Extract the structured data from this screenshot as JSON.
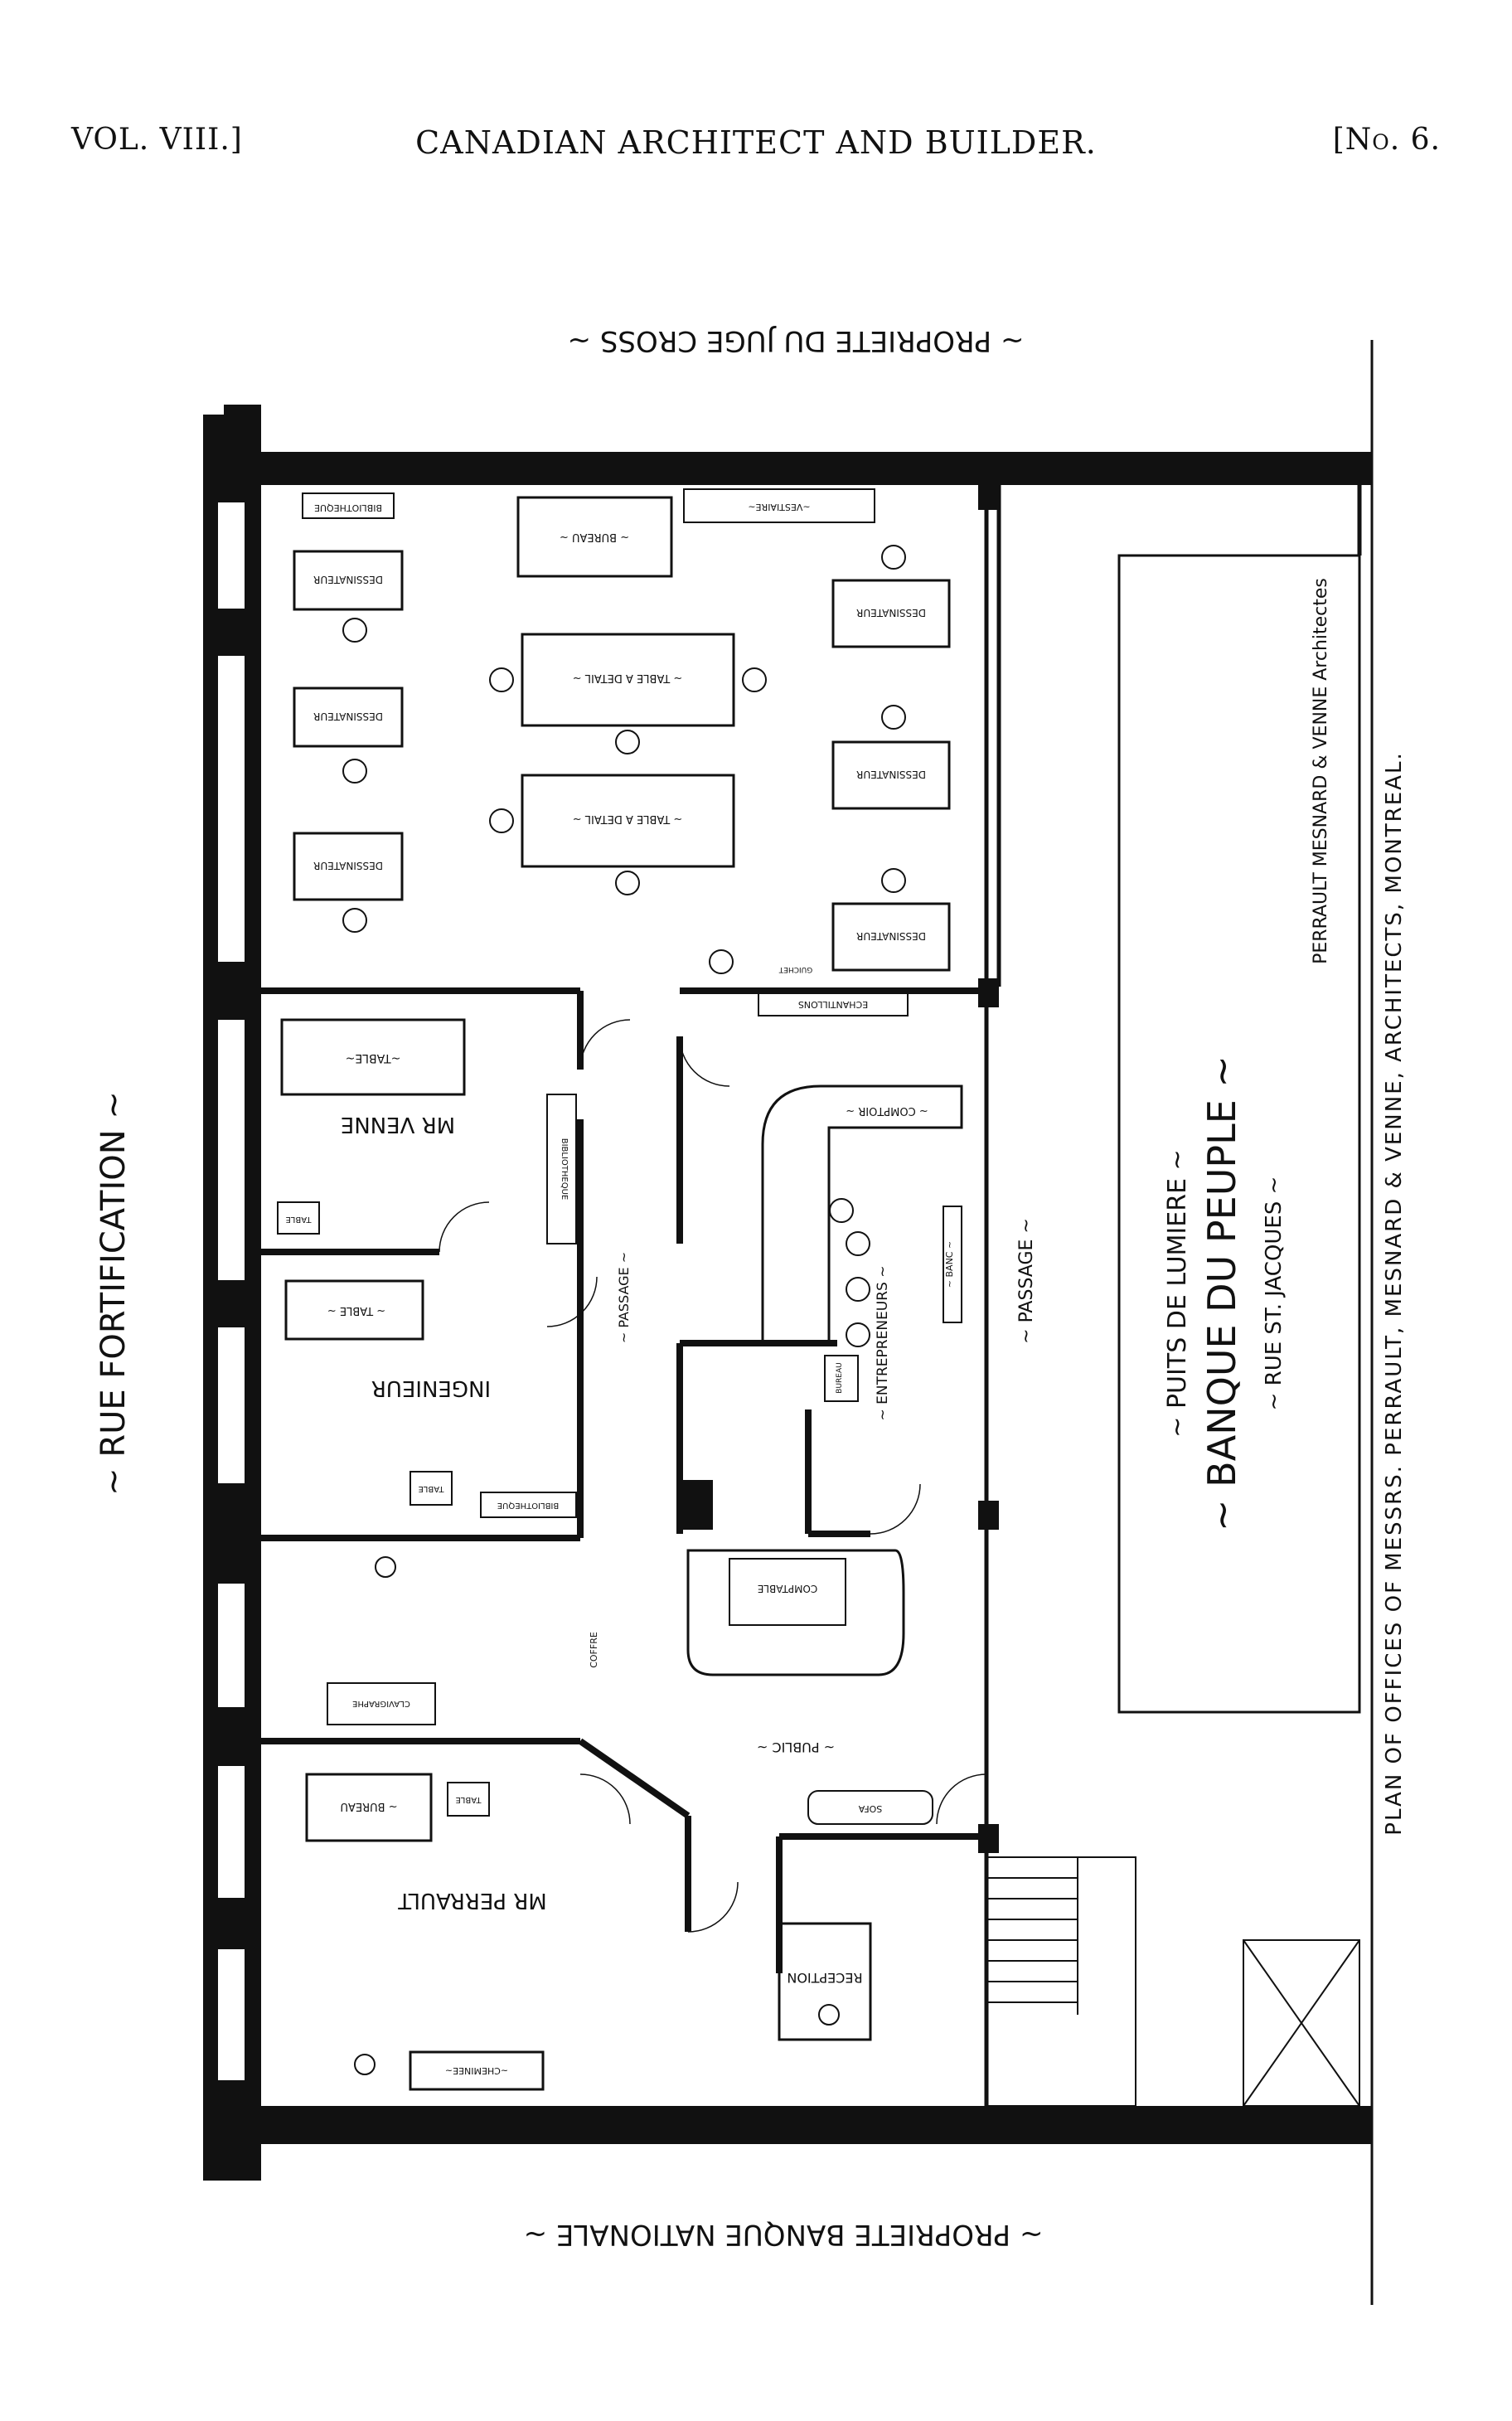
{
  "header": {
    "volume": "VOL. VIII.]",
    "journal": "CANADIAN ARCHITECT AND BUILDER.",
    "number": "[No. 6."
  },
  "plan": {
    "top_label": "~ PROPRIETE DU JUGE CROSS ~",
    "bottom_label": "~ PROPRIETE BANQUE NATIONALE ~",
    "left_label": "~ RUE FORTIFICATION ~",
    "signature": "PERRAULT MESNARD & VENNE Architectes",
    "caption": "PLAN OF OFFICES OF MESSRS. PERRAULT, MESNARD & VENNE, ARCHITECTS, MONTREAL.",
    "court": {
      "line1": "~ PUITS DE LUMIERE ~",
      "line2": "~ BANQUE DU PEUPLE ~",
      "line3": "~ RUE ST. JACQUES ~"
    },
    "rooms": {
      "dessinateur": "DESSINATEUR",
      "bibliotheque": "BIBLIOTHEQUE",
      "bureau": "~ BUREAU ~",
      "vestiaire": "~VESTIAIRE~",
      "table_detail": "~ TABLE A DETAIL ~",
      "table_detail_2": "~ TABLE A DETAIL ~",
      "echantillons": "ECHANTILLONS",
      "guichet": "GUICHET",
      "table": "~TABLE~",
      "mr_venne": "MR VENNE",
      "bibliotheque_2": "BIBLIOTHEQUE",
      "table_small": "TABLE",
      "table_ing": "~ TABLE ~",
      "ingenieur": "INGENIEUR",
      "passage_1": "~ PASSAGE ~",
      "passage_2": "~ PASSAGE ~",
      "comptoir": "~ COMPTOIR ~",
      "banc": "~ BANC ~",
      "entrepreneurs": "~ ENTREPRENEURS ~",
      "bureau_small": "BUREAU",
      "comptable": "COMPTABLE",
      "public": "~ PUBLIC ~",
      "sofa": "SOFA",
      "clavigraphe": "CLAVIGRAPHE",
      "dureau": "~ BUREAU",
      "table_p": "TABLE",
      "mr_perrault": "MR PERRAULT",
      "cheminee": "~CHEMINEE~",
      "reception": "RECEPTION",
      "coffre": "COFFRE"
    }
  }
}
